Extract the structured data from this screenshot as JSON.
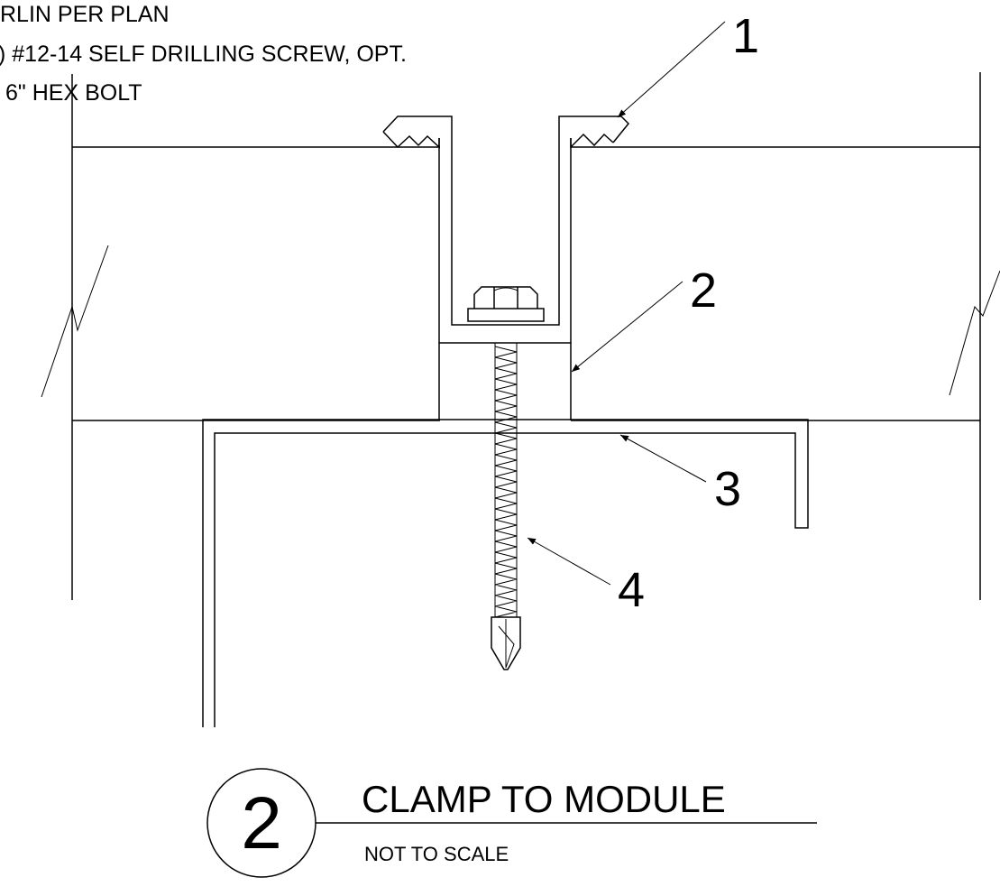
{
  "notes": [
    "RLIN PER PLAN",
    ") #12-14 SELF DRILLING SCREW, OPT.",
    "6\" HEX BOLT"
  ],
  "callouts": [
    "1",
    "2",
    "3",
    "4"
  ],
  "title_block": {
    "number": "2",
    "title": "CLAMP TO MODULE",
    "scale": "NOT TO SCALE"
  }
}
